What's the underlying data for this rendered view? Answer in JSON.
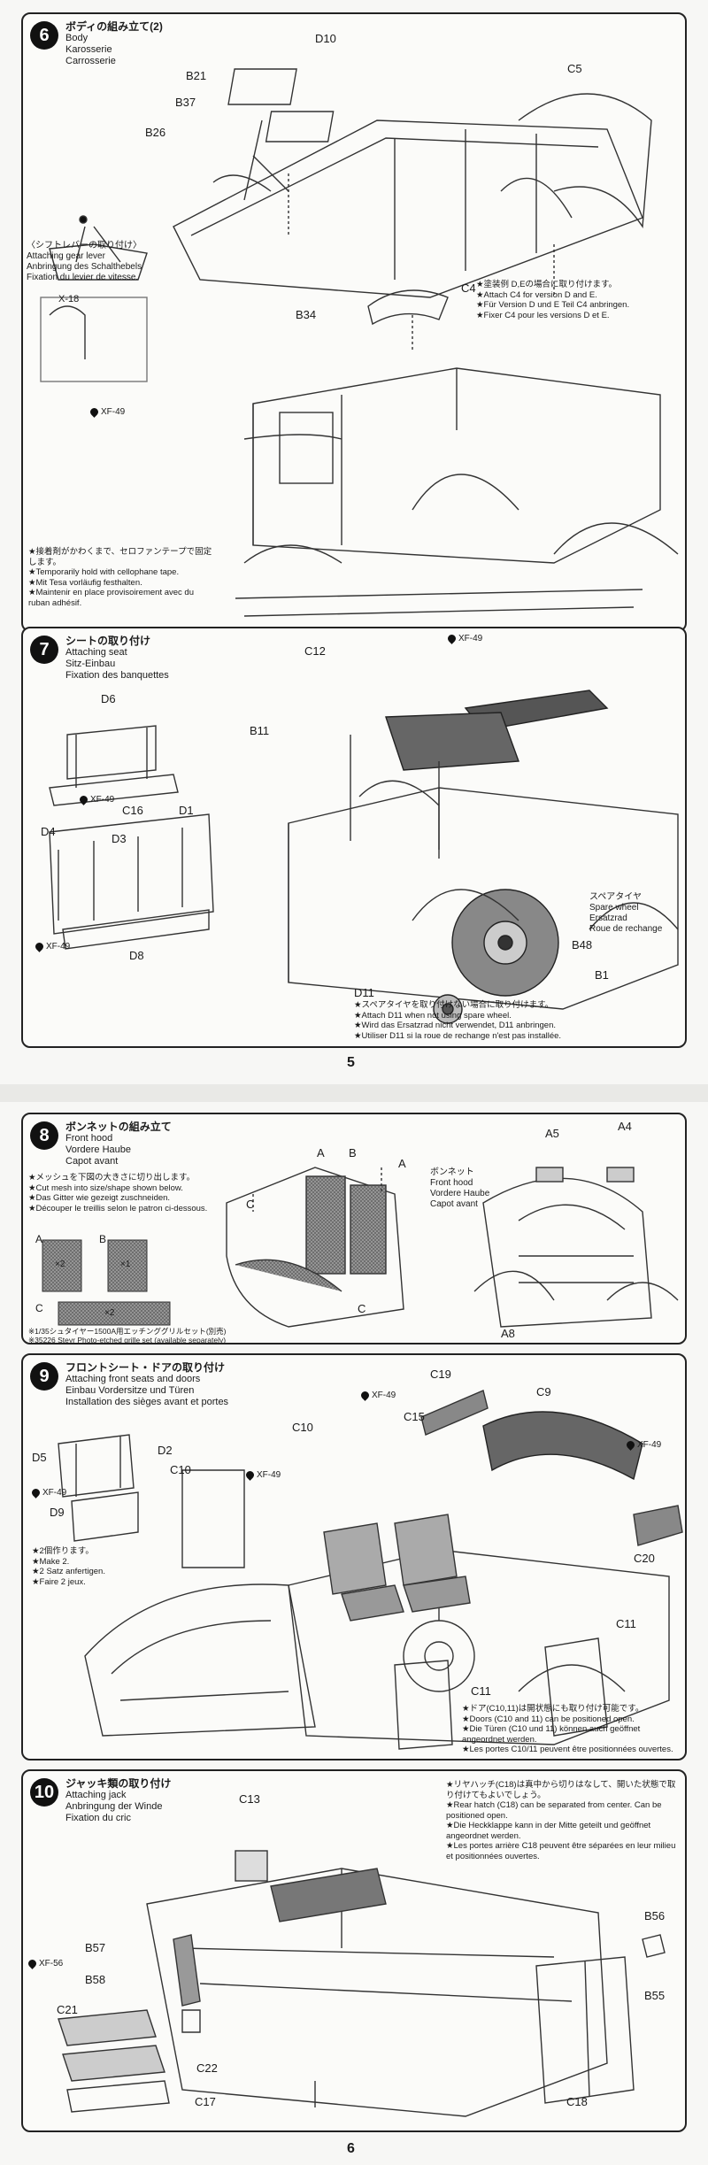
{
  "page5": {
    "number": "5",
    "step6": {
      "num": "6",
      "title_jp": "ボディの組み立て(2)",
      "title_en": "Body",
      "title_de": "Karosserie",
      "title_fr": "Carrosserie",
      "parts": [
        "D10",
        "C5",
        "B21",
        "B37",
        "B26",
        "C4",
        "B34"
      ],
      "gear_title_jp": "〈シフトレバーの取り付け〉",
      "gear_title_en": "Attaching gear lever",
      "gear_title_de": "Anbringung des Schalthebels",
      "gear_title_fr": "Fixation du levier de vitesse.",
      "gear_part": "X-18",
      "gear_paint": "XF-49",
      "c4_note_jp": "★塗装例 D,Eの場合に取り付けます。",
      "c4_note_en": "★Attach C4 for version D and E.",
      "c4_note_de": "★Für Version D und E Teil C4 anbringen.",
      "c4_note_fr": "★Fixer C4 pour les versions D et E.",
      "tape_note_jp": "★接着剤がかわくまで、セロファンテープで固定します。",
      "tape_note_en": "★Temporarily hold with cellophane tape.",
      "tape_note_de": "★Mit Tesa vorläufig festhalten.",
      "tape_note_fr": "★Maintenir en place provisoirement avec du ruban adhésif."
    },
    "step7": {
      "num": "7",
      "title_jp": "シートの取り付け",
      "title_en": "Attaching seat",
      "title_de": "Sitz-Einbau",
      "title_fr": "Fixation des banquettes",
      "parts": [
        "D6",
        "C16",
        "D1",
        "D4",
        "D3",
        "D8",
        "C12",
        "B11",
        "B48",
        "B1",
        "D11"
      ],
      "paint": "XF-49",
      "spare_jp": "スペアタイヤ",
      "spare_en": "Spare wheel",
      "spare_de": "Ersatzrad",
      "spare_fr": "Roue de rechange",
      "d11_note_jp": "★スペアタイヤを取り付けない場合に取り付けます。",
      "d11_note_en": "★Attach D11 when not using spare wheel.",
      "d11_note_de": "★Wird das Ersatzrad nicht verwendet, D11 anbringen.",
      "d11_note_fr": "★Utiliser D11 si la roue de rechange n'est pas installée."
    }
  },
  "page6": {
    "number": "6",
    "step8": {
      "num": "8",
      "title_jp": "ボンネットの組み立て",
      "title_en": "Front hood",
      "title_de": "Vordere Haube",
      "title_fr": "Capot avant",
      "mesh_jp": "★メッシュを下図の大きさに切り出します。",
      "mesh_en": "★Cut mesh into size/shape shown below.",
      "mesh_de": "★Das Gitter wie gezeigt zuschneiden.",
      "mesh_fr": "★Découper le treillis selon le patron ci-dessous.",
      "mesh_a": "A",
      "mesh_a_count": "×2",
      "mesh_b": "B",
      "mesh_b_count": "×1",
      "mesh_c": "C",
      "mesh_c_count": "×2",
      "grille_jp": "※1/35シュタイヤー1500A用エッチンググリルセット(別売)",
      "grille_en": "※35226 Steyr Photo-etched grille set (available separately)",
      "hood_jp": "ボンネット",
      "hood_en": "Front hood",
      "hood_de": "Vordere Haube",
      "hood_fr": "Capot avant",
      "parts": [
        "A",
        "B",
        "C",
        "A5",
        "A4",
        "A8"
      ]
    },
    "step9": {
      "num": "9",
      "title_jp": "フロントシート・ドアの取り付け",
      "title_en": "Attaching front seats and doors",
      "title_de": "Einbau Vordersitze und Türen",
      "title_fr": "Installation des sièges avant et portes",
      "parts": [
        "D5",
        "D2",
        "D9",
        "C10",
        "C19",
        "C15",
        "C9",
        "C20",
        "C11"
      ],
      "paint": "XF-49",
      "make2_jp": "★2個作ります。",
      "make2_en": "★Make 2.",
      "make2_de": "★2 Satz anfertigen.",
      "make2_fr": "★Faire 2 jeux.",
      "door_jp": "★ドア(C10,11)は開状態にも取り付け可能です。",
      "door_en": "★Doors (C10 and 11) can be positioned open.",
      "door_de": "★Die Türen (C10 und 11) können auch geöffnet angeordnet werden.",
      "door_fr": "★Les portes C10/11 peuvent être positionnées ouvertes."
    },
    "step10": {
      "num": "10",
      "title_jp": "ジャッキ類の取り付け",
      "title_en": "Attaching jack",
      "title_de": "Anbringung der Winde",
      "title_fr": "Fixation du cric",
      "parts": [
        "C13",
        "B57",
        "B58",
        "C21",
        "C22",
        "C17",
        "C18",
        "B56",
        "B55"
      ],
      "paint": "XF-56",
      "hatch_jp": "★リヤハッチ(C18)は真中から切りはなして、開いた状態で取り付けてもよいでしょう。",
      "hatch_en": "★Rear hatch (C18) can be separated from center. Can be positioned open.",
      "hatch_de": "★Die Heckklappe kann in der Mitte geteilt und geöffnet angeordnet werden.",
      "hatch_fr": "★Les portes arrière C18 peuvent être séparées en leur milieu et positionnées ouvertes."
    }
  }
}
